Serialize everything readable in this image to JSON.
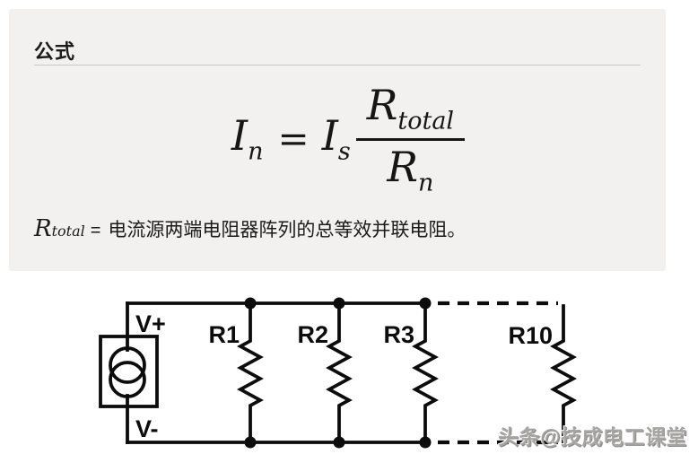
{
  "panel": {
    "title": "公式",
    "formula": {
      "lhs_base": "I",
      "lhs_sub": "n",
      "equals": "=",
      "coeff_base": "I",
      "coeff_sub": "s",
      "numerator_base": "R",
      "numerator_sub": "total",
      "denominator_base": "R",
      "denominator_sub": "n"
    },
    "note": {
      "var_base": "R",
      "var_sub": "total",
      "equals": "=",
      "text": "电流源两端电阻器阵列的总等效并联电阻。"
    }
  },
  "circuit": {
    "type": "current-divider-parallel-resistors",
    "source": {
      "positive_label": "V+",
      "negative_label": "V-"
    },
    "resistors": [
      {
        "label": "R1"
      },
      {
        "label": "R2"
      },
      {
        "label": "R3"
      },
      {
        "label": "R10"
      }
    ],
    "continuation_style": "dashed"
  },
  "watermark": "头条@技成电工课堂",
  "colors": {
    "panel_bg": "#f2f1ef",
    "line": "#0c0c0c",
    "divider": "#c9c8c6",
    "watermark": "#a7a5a2"
  }
}
